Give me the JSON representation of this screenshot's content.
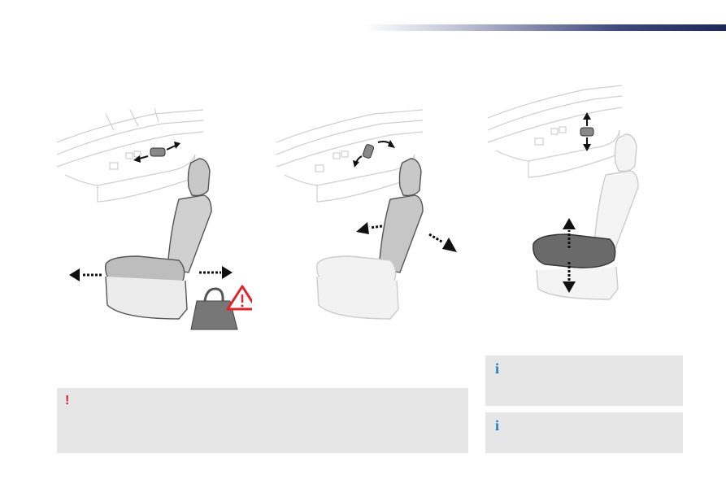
{
  "header": {
    "accent_color": "#1d2957"
  },
  "illustrations": [
    {
      "icon": "seat-longitudinal-adjustment-illustration"
    },
    {
      "icon": "seatback-angle-adjustment-illustration"
    },
    {
      "icon": "seat-height-adjustment-illustration"
    }
  ],
  "warning_box": {
    "mark": "!",
    "text": "",
    "mark_color": "#d6202e"
  },
  "info_boxes": [
    {
      "mark": "i",
      "text": ""
    },
    {
      "mark": "i",
      "text": ""
    }
  ],
  "colors": {
    "box_background": "#e6e6e6",
    "info_mark": "#1f7fc3",
    "warning_triangle": "#e2232a"
  }
}
